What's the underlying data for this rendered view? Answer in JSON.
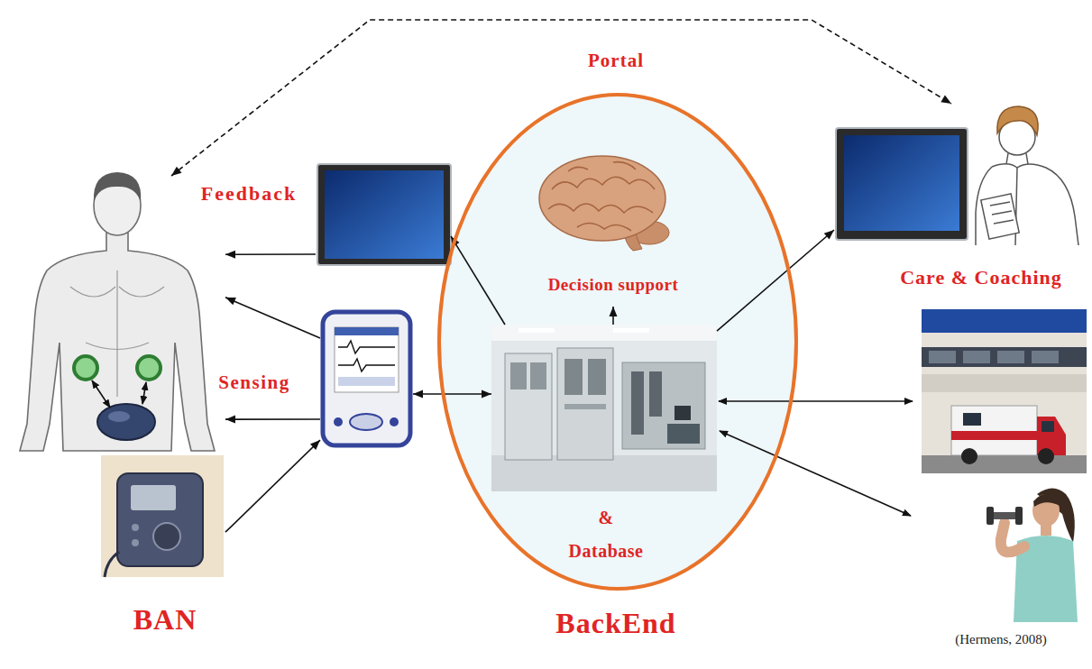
{
  "diagram": {
    "nodes": [
      {
        "text": [
          "BAN"
        ]
      },
      {
        "text": [
          "Feedback"
        ]
      },
      {
        "text": [
          "Sensing"
        ]
      },
      {
        "text": [
          "Portal",
          "BackEnd"
        ]
      },
      {
        "text": [
          "Decision support"
        ],
        "in": 3
      },
      {
        "text": [
          "& Database"
        ],
        "in": 3
      },
      {
        "text": [
          "Care & Coaching"
        ]
      }
    ],
    "edges": [
      {
        "from": 1,
        "to": 0,
        "arrow": "to"
      },
      {
        "from": 2,
        "to": 0,
        "arrow": "to"
      },
      {
        "from": 2,
        "to": 0,
        "arrow": "to"
      },
      {
        "from": 0,
        "to": 2,
        "arrow": "to"
      },
      {
        "from": 5,
        "to": 2,
        "arrow": "both"
      },
      {
        "from": 5,
        "to": 1,
        "arrow": "to"
      },
      {
        "from": 5,
        "to": 4,
        "arrow": "to"
      },
      {
        "from": 5,
        "to": 6,
        "arrow": "to"
      },
      {
        "from": 0,
        "to": 6,
        "arrow": "both"
      }
    ],
    "labels": [
      "(Hermens, 2008)"
    ]
  }
}
